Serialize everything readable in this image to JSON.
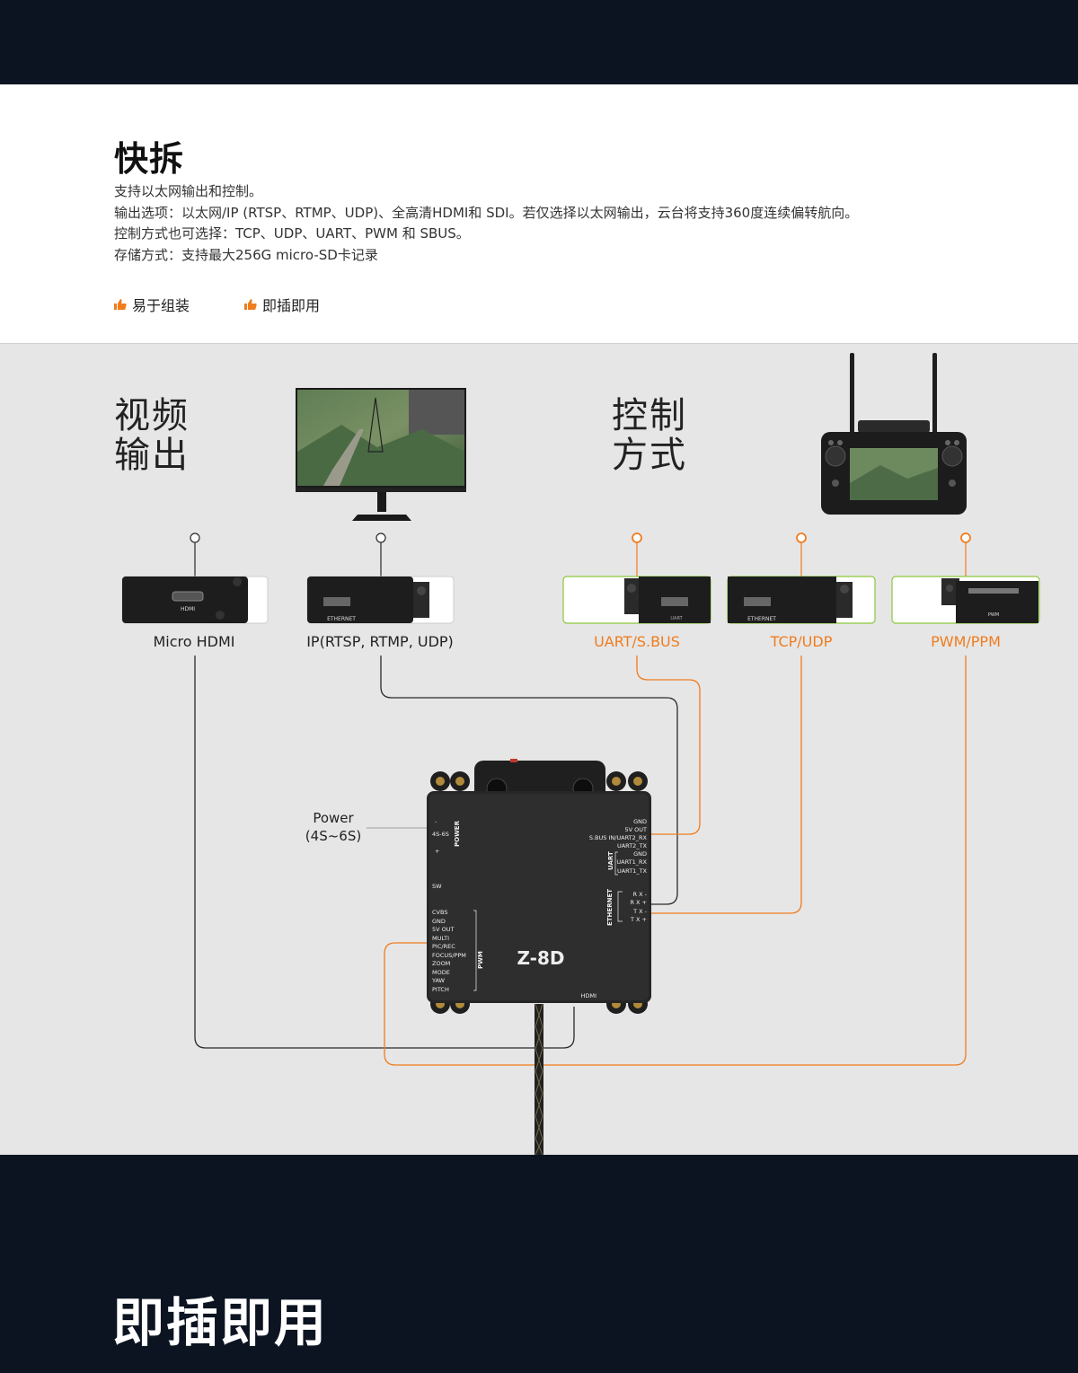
{
  "section": {
    "title": "快拆",
    "lines": [
      "支持以太网输出和控制。",
      "输出选项：以太网/IP (RTSP、RTMP、UDP)、全高清HDMI和 SDI。若仅选择以太网输出，云台将支持360度连续偏转航向。",
      "控制方式也可选择：TCP、UDP、UART、PWM 和 SBUS。",
      "存储方式：支持最大256G micro-SD卡记录"
    ],
    "features": [
      "易于组装",
      "即插即用"
    ]
  },
  "diagram": {
    "video_output_label_line1": "视频",
    "video_output_label_line2": "输出",
    "control_label_line1": "控制",
    "control_label_line2": "方式",
    "ports": {
      "micro_hdmi": "Micro HDMI",
      "ip": "IP(RTSP, RTMP, UDP)",
      "uart": "UART/S.BUS",
      "tcp": "TCP/UDP",
      "pwm": "PWM/PPM"
    },
    "port_tags": {
      "hdmi": "HDMI",
      "ethernet": "ETHERNET",
      "uart": "UART",
      "pwm": "PWM"
    },
    "power_label_line1": "Power",
    "power_label_line2": "(4S~6S)",
    "device": {
      "model": "Z-8D",
      "left_top": [
        "-",
        "4S-6S",
        "+"
      ],
      "power": "POWER",
      "sw": "SW",
      "left_pins": [
        "CVBS",
        "GND",
        "5V OUT",
        "MULTI",
        "PIC/REC",
        "FOCUS/PPM",
        "ZOOM",
        "MODE",
        "YAW",
        "PITCH"
      ],
      "pwm": "PWM",
      "right_pins": [
        "GND",
        "5V OUT",
        "S.BUS IN/UART2_RX",
        "UART2_TX",
        "GND",
        "UART1_RX",
        "UART1_TX"
      ],
      "uart": "UART",
      "eth_pins": [
        "R X -",
        "R X +",
        "T X -",
        "T X +"
      ],
      "ethernet": "ETHERNET",
      "hdmi": "HDMI"
    },
    "colors": {
      "accent": "#f07c1e",
      "line_dark": "#2a2a2a",
      "panel_green": "#8cc63f",
      "background": "#e6e6e6"
    }
  },
  "footer": {
    "title": "即插即用"
  }
}
